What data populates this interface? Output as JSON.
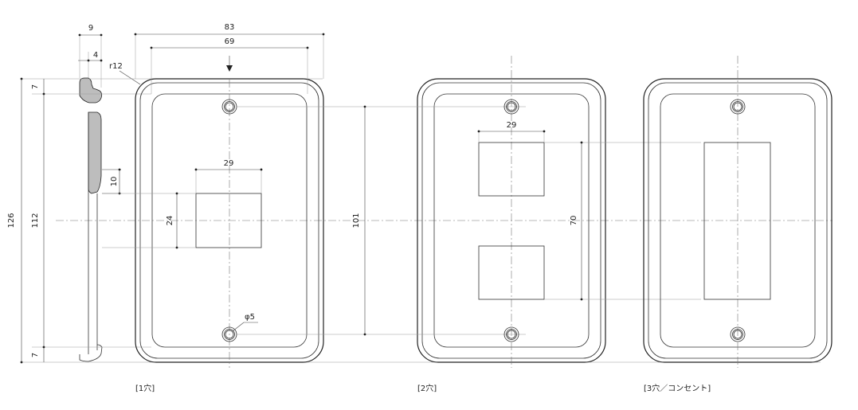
{
  "diagram": {
    "views": [
      {
        "id": "side",
        "caption": ""
      },
      {
        "id": "one-hole",
        "caption": "[1穴]"
      },
      {
        "id": "two-hole",
        "caption": "[2穴]"
      },
      {
        "id": "three-hole",
        "caption": "[3穴／コンセント]"
      }
    ],
    "dimensions": {
      "side_depth": "9",
      "side_step": "4",
      "corner_radius": "r12",
      "overall_width": "83",
      "inner_width": "69",
      "overall_height": "126",
      "inner_height": "112",
      "top_margin": "7",
      "bottom_margin": "7",
      "side_notch": "10",
      "opening_width_1": "29",
      "opening_height_1": "24",
      "screw_pitch": "101",
      "screw_hole": "φ5",
      "opening_width_2": "29",
      "opening_pitch_2": "70"
    },
    "colors": {
      "line": "#222222",
      "section_fill": "#bdbdbd",
      "center_line": "#777777"
    }
  }
}
